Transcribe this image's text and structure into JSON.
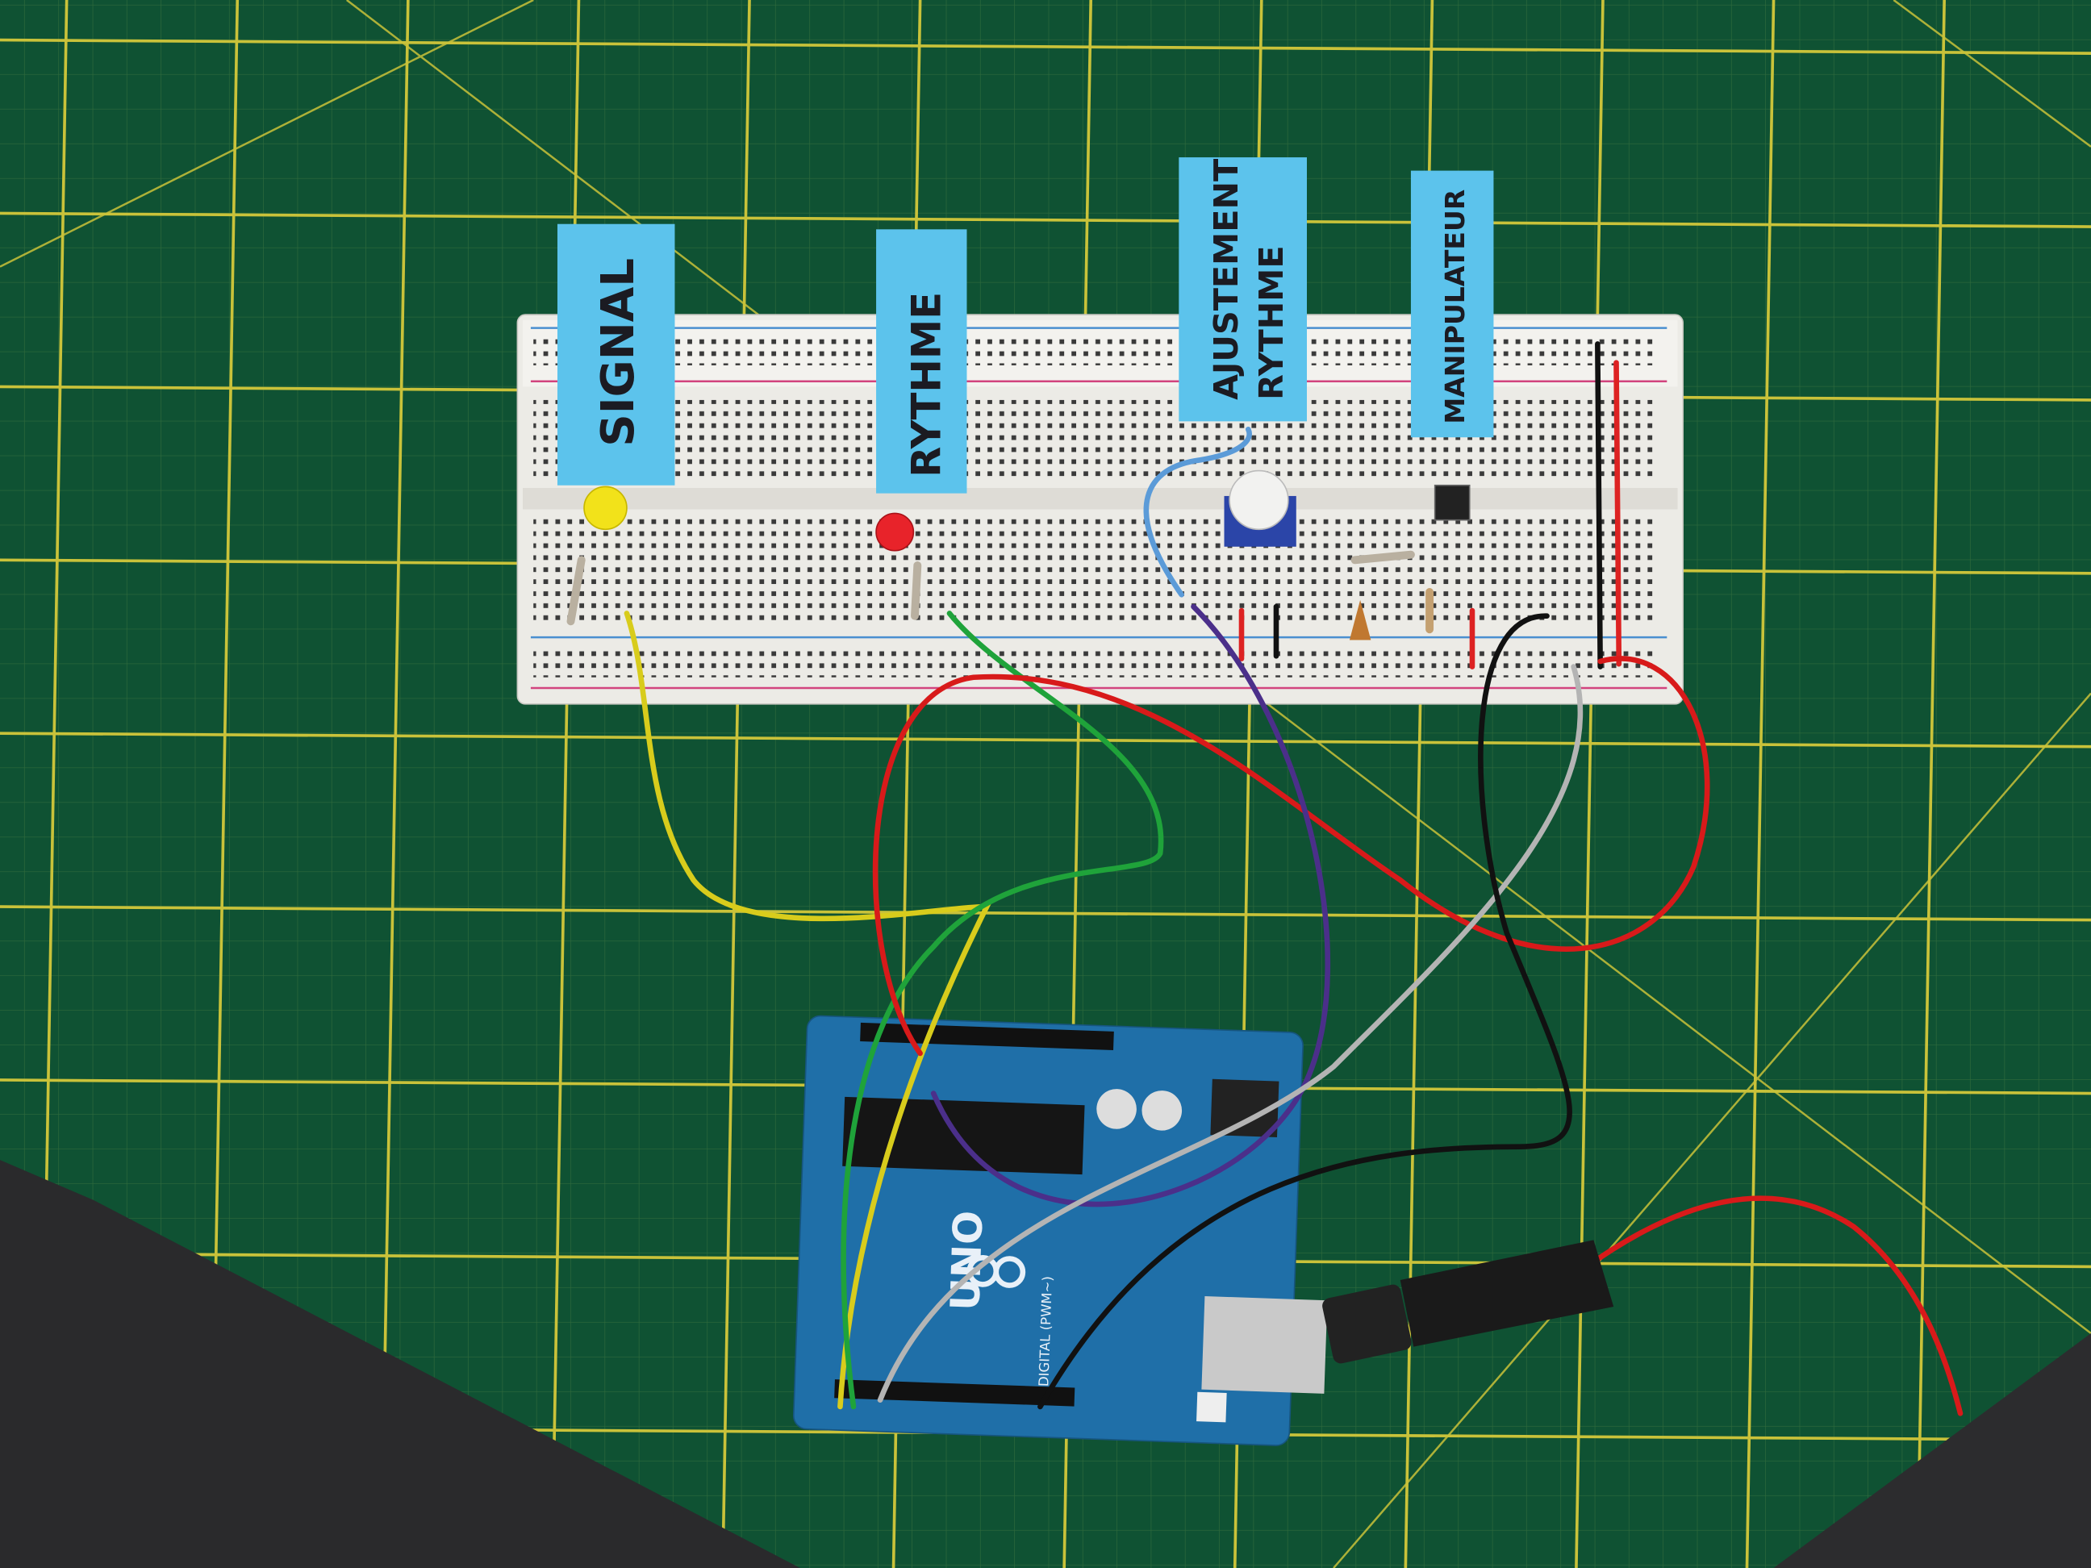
{
  "scene": {
    "description_free": true
  },
  "labels": {
    "signal": "SIGNAL",
    "rythme": "RYTHME",
    "ajustement_line1": "AJUSTEMENT",
    "ajustement_line2": "RYTHME",
    "manipulateur": "MANIPULATEUR"
  },
  "arduino": {
    "model": "UNO",
    "digital": "DIGITAL (PWM~)"
  },
  "colors": {
    "mat": "#0f5233",
    "grid": "#c9c23a",
    "tape": "#5cc3ec",
    "breadboard": "#ecebe6"
  }
}
